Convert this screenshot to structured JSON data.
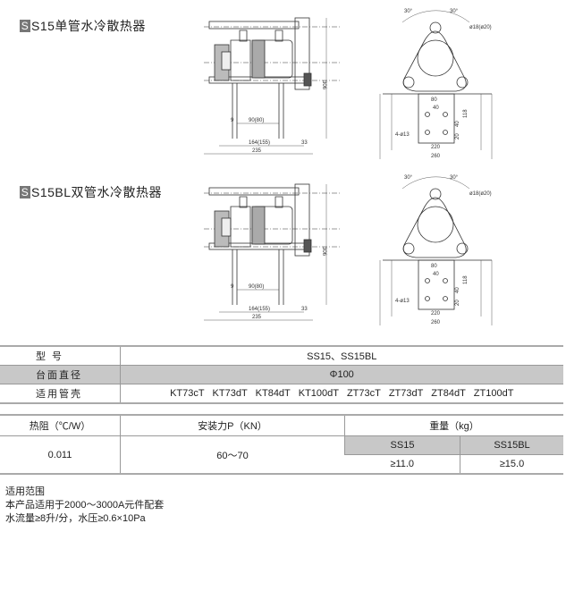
{
  "sections": [
    {
      "title_prefix": "S",
      "title": "S15单管水冷散热器"
    },
    {
      "title_prefix": "S",
      "title": "S15BL双管水冷散热器"
    }
  ],
  "drawing_labels": {
    "height": "306",
    "inner": "90(80)",
    "mid": "164(155)",
    "offset": "33",
    "total": "235",
    "angle_left": "30°",
    "angle_right": "30°",
    "pipe": "ø18(ø20)",
    "w80": "80",
    "w40": "40",
    "h118": "118",
    "h40": "40",
    "h20": "20",
    "holes": "4-ø13",
    "w220": "220",
    "w260": "260",
    "nine": "9"
  },
  "spec_table": {
    "rows": [
      {
        "label": "型 号",
        "value": "SS15、SS15BL"
      },
      {
        "label": "台面直径",
        "value": "Φ100"
      },
      {
        "label": "适用管壳",
        "value": "KT73cT   KT73dT   KT84dT   KT100dT   ZT73cT   ZT73dT   ZT84dT   ZT100dT"
      }
    ]
  },
  "perf_table": {
    "thermal_header": "热阻（℃/W）",
    "thermal_value": "0.011",
    "force_header": "安装力P（KN）",
    "force_value": "60～70",
    "weight_header": "重量（kg）",
    "models": [
      "SS15",
      "SS15BL"
    ],
    "weights": [
      "≥11.0",
      "≥15.0"
    ]
  },
  "notes": {
    "heading": "适用范围",
    "lines": [
      "本产品适用于2000～3000A元件配套",
      "水流量≥8升/分，水压≥0.6×10Pa"
    ]
  },
  "colors": {
    "header_gray": "#c8c8c8",
    "title_box": "#777777"
  }
}
